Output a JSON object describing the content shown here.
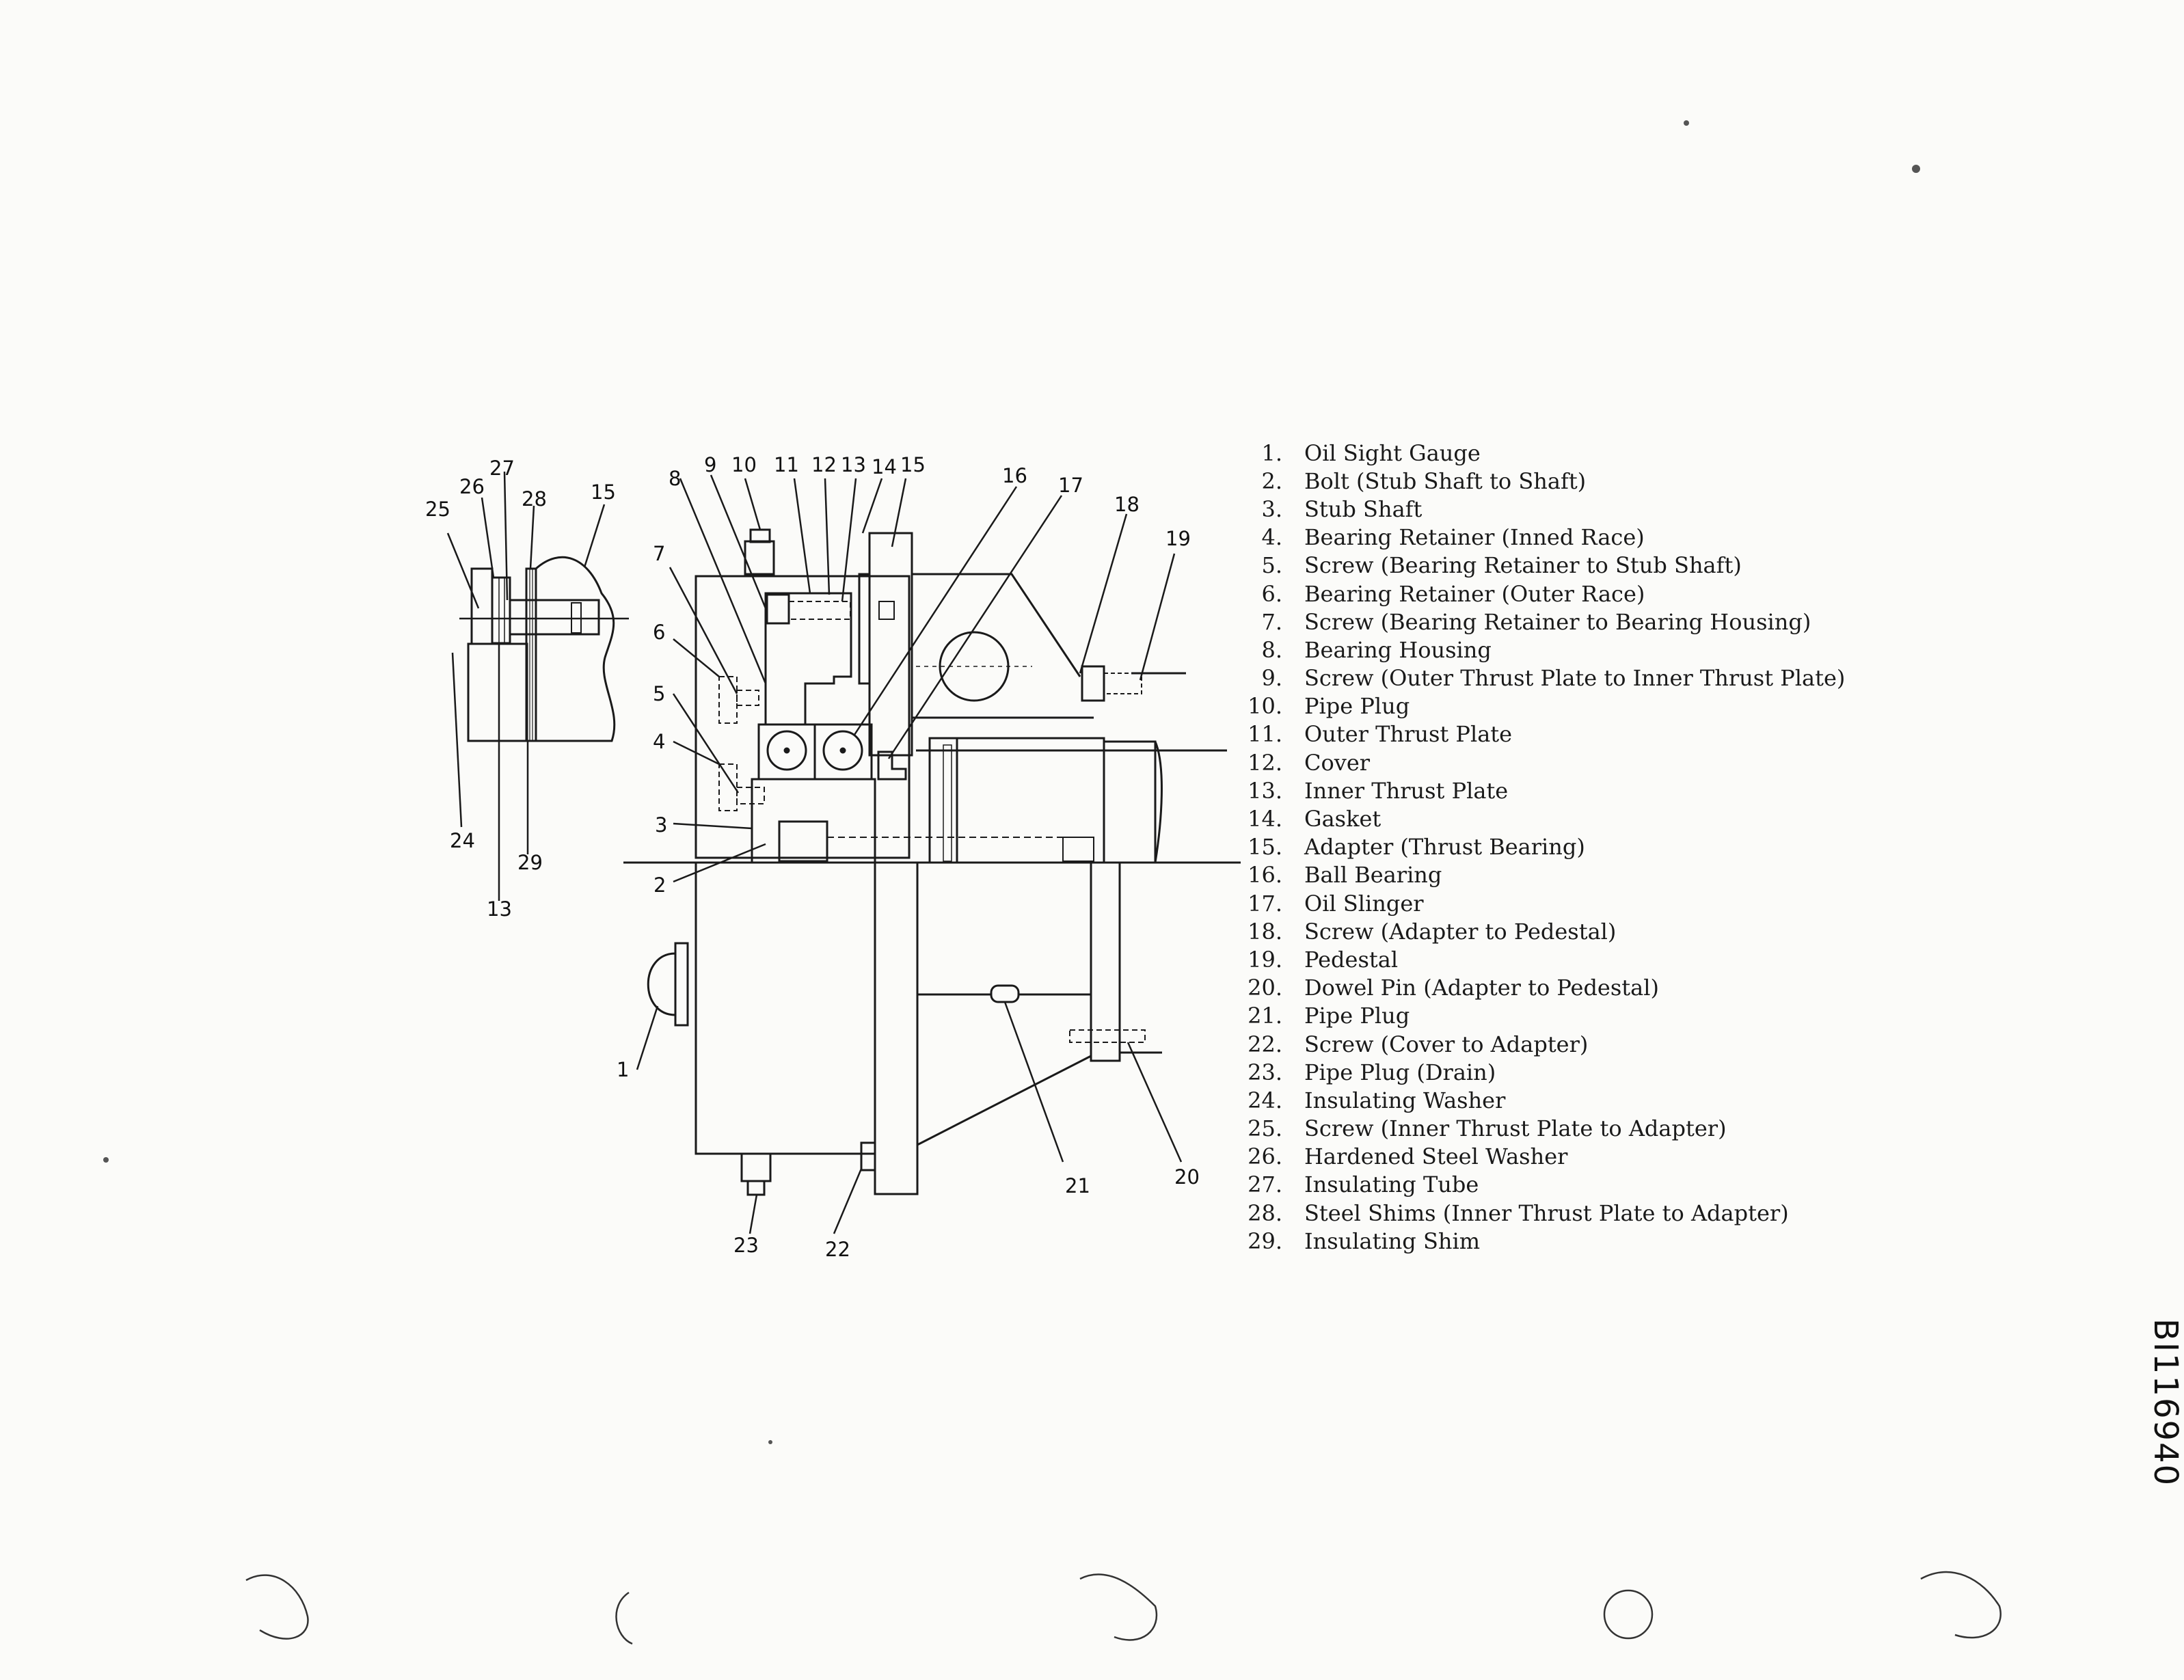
{
  "callouts": {
    "c1": "1",
    "c2": "2",
    "c3": "3",
    "c4": "4",
    "c5": "5",
    "c6": "6",
    "c7": "7",
    "c8": "8",
    "c9": "9",
    "c10": "10",
    "c11": "11",
    "c12": "12",
    "c13": "13",
    "c14": "14",
    "c15": "15",
    "c16": "16",
    "c17": "17",
    "c18": "18",
    "c19": "19",
    "c20": "20",
    "c21": "21",
    "c22": "22",
    "c23": "23",
    "c24": "24",
    "c25": "25",
    "c26": "26",
    "c27": "27",
    "c28": "28",
    "c29": "29"
  },
  "legend": [
    {
      "num": "1.",
      "text": "Oil Sight Gauge"
    },
    {
      "num": "2.",
      "text": "Bolt (Stub Shaft to Shaft)"
    },
    {
      "num": "3.",
      "text": "Stub Shaft"
    },
    {
      "num": "4.",
      "text": "Bearing Retainer (Inned Race)"
    },
    {
      "num": "5.",
      "text": "Screw (Bearing Retainer to Stub Shaft)"
    },
    {
      "num": "6.",
      "text": "Bearing Retainer (Outer Race)"
    },
    {
      "num": "7.",
      "text": "Screw (Bearing Retainer to Bearing Housing)"
    },
    {
      "num": "8.",
      "text": "Bearing Housing"
    },
    {
      "num": "9.",
      "text": "Screw (Outer Thrust Plate to Inner Thrust Plate)"
    },
    {
      "num": "10.",
      "text": "Pipe Plug"
    },
    {
      "num": "11.",
      "text": "Outer Thrust Plate"
    },
    {
      "num": "12.",
      "text": "Cover"
    },
    {
      "num": "13.",
      "text": "Inner Thrust Plate"
    },
    {
      "num": "14.",
      "text": "Gasket"
    },
    {
      "num": "15.",
      "text": "Adapter (Thrust Bearing)"
    },
    {
      "num": "16.",
      "text": "Ball Bearing"
    },
    {
      "num": "17.",
      "text": "Oil Slinger"
    },
    {
      "num": "18.",
      "text": "Screw (Adapter to Pedestal)"
    },
    {
      "num": "19.",
      "text": "Pedestal"
    },
    {
      "num": "20.",
      "text": "Dowel Pin (Adapter to Pedestal)"
    },
    {
      "num": "21.",
      "text": "Pipe Plug"
    },
    {
      "num": "22.",
      "text": "Screw (Cover to Adapter)"
    },
    {
      "num": "23.",
      "text": "Pipe Plug (Drain)"
    },
    {
      "num": "24.",
      "text": "Insulating Washer"
    },
    {
      "num": "25.",
      "text": "Screw (Inner Thrust Plate to Adapter)"
    },
    {
      "num": "26.",
      "text": "Hardened Steel Washer"
    },
    {
      "num": "27.",
      "text": "Insulating Tube"
    },
    {
      "num": "28.",
      "text": "Steel Shims (Inner Thrust Plate to Adapter)"
    },
    {
      "num": "29.",
      "text": "Insulating Shim"
    }
  ],
  "drawing_id": "BI116940"
}
